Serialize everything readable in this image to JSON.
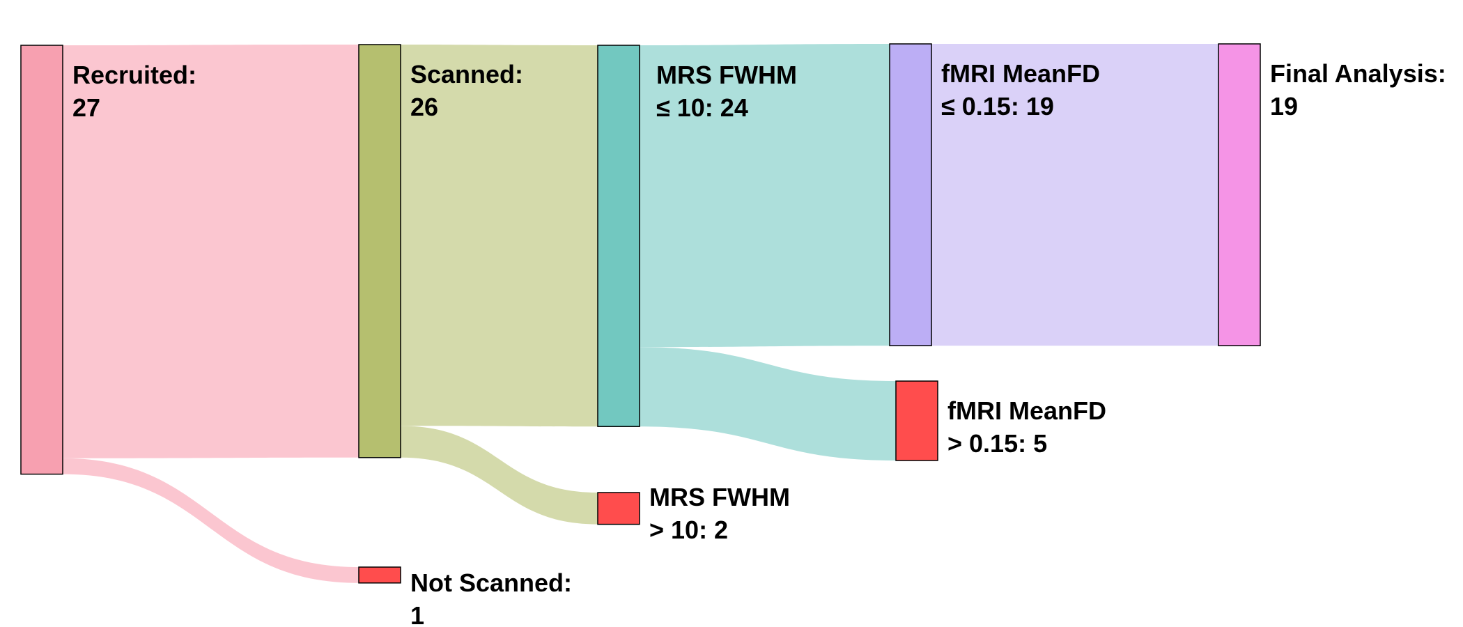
{
  "diagram": {
    "type": "sankey",
    "nodes": [
      {
        "id": "recruited",
        "label_line1": "Recruited:",
        "label_line2": "27",
        "value": 27,
        "color": "#f7a0b0"
      },
      {
        "id": "scanned",
        "label_line1": "Scanned:",
        "label_line2": "26",
        "value": 26,
        "color": "#b5bf6f"
      },
      {
        "id": "not_scanned",
        "label_line1": "Not Scanned:",
        "label_line2": "1",
        "value": 1,
        "color": "#ff4d4d"
      },
      {
        "id": "mrs_fwhm_ok",
        "label_line1": "MRS FWHM",
        "label_line2": "≤ 10: 24",
        "value": 24,
        "color": "#72c8c0"
      },
      {
        "id": "mrs_fwhm_bad",
        "label_line1": "MRS FWHM",
        "label_line2": "> 10: 2",
        "value": 2,
        "color": "#ff4d4d"
      },
      {
        "id": "fmri_ok",
        "label_line1": "fMRI MeanFD",
        "label_line2": "≤ 0.15: 19",
        "value": 19,
        "color": "#bcaef5"
      },
      {
        "id": "fmri_bad",
        "label_line1": "fMRI MeanFD",
        "label_line2": "> 0.15: 5",
        "value": 5,
        "color": "#ff4d4d"
      },
      {
        "id": "final",
        "label_line1": "Final Analysis:",
        "label_line2": "19",
        "value": 19,
        "color": "#f594e6"
      }
    ],
    "links": [
      {
        "source": "recruited",
        "target": "scanned",
        "value": 26,
        "color": "#fbc6d0"
      },
      {
        "source": "recruited",
        "target": "not_scanned",
        "value": 1,
        "color": "#fbc6d0"
      },
      {
        "source": "scanned",
        "target": "mrs_fwhm_ok",
        "value": 24,
        "color": "#d4daab"
      },
      {
        "source": "scanned",
        "target": "mrs_fwhm_bad",
        "value": 2,
        "color": "#d4daab"
      },
      {
        "source": "mrs_fwhm_ok",
        "target": "fmri_ok",
        "value": 19,
        "color": "#addfdb"
      },
      {
        "source": "mrs_fwhm_ok",
        "target": "fmri_bad",
        "value": 5,
        "color": "#addfdb"
      },
      {
        "source": "fmri_ok",
        "target": "final",
        "value": 19,
        "color": "#dad1f8"
      }
    ]
  }
}
